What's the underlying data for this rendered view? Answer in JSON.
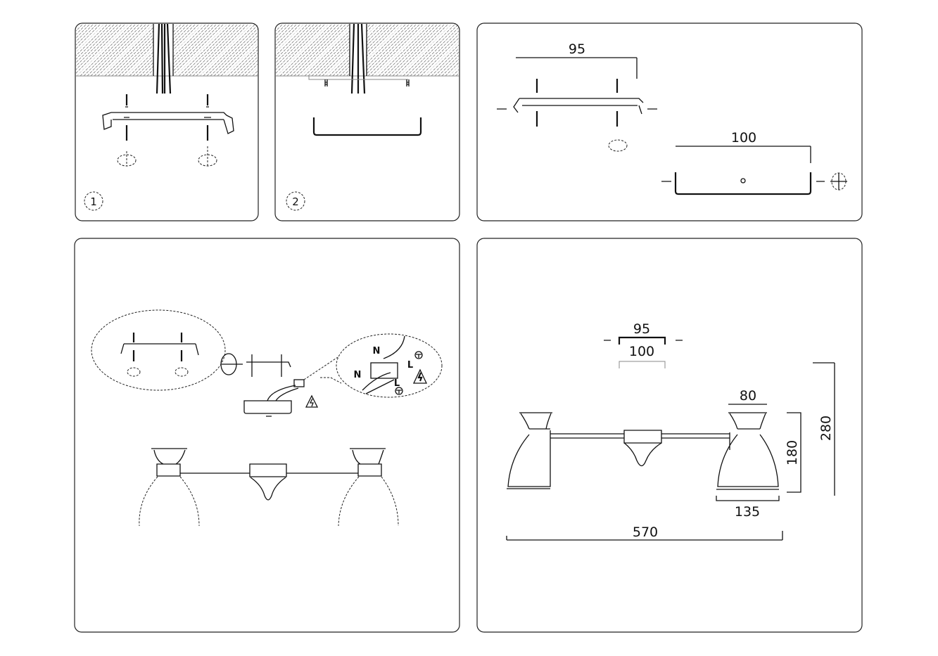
{
  "steps": [
    {
      "number": "1"
    },
    {
      "number": "2"
    }
  ],
  "mounting_dimensions": {
    "bracket_width": "95",
    "plate_width": "100"
  },
  "wiring": {
    "neutral": "N",
    "live": "L",
    "neutral2": "N",
    "live2": "L"
  },
  "product_dimensions": {
    "bracket_width": "95",
    "plate_width": "100",
    "shade_top": "80",
    "total_height": "280",
    "shade_height": "180",
    "shade_diameter": "135",
    "total_width": "570"
  },
  "icons": [
    "wall-hatch",
    "cable-icon",
    "screw-icon",
    "dowel-icon",
    "mounting-bracket",
    "warning-triangle-icon",
    "earth-icon",
    "terminal-block-icon"
  ]
}
